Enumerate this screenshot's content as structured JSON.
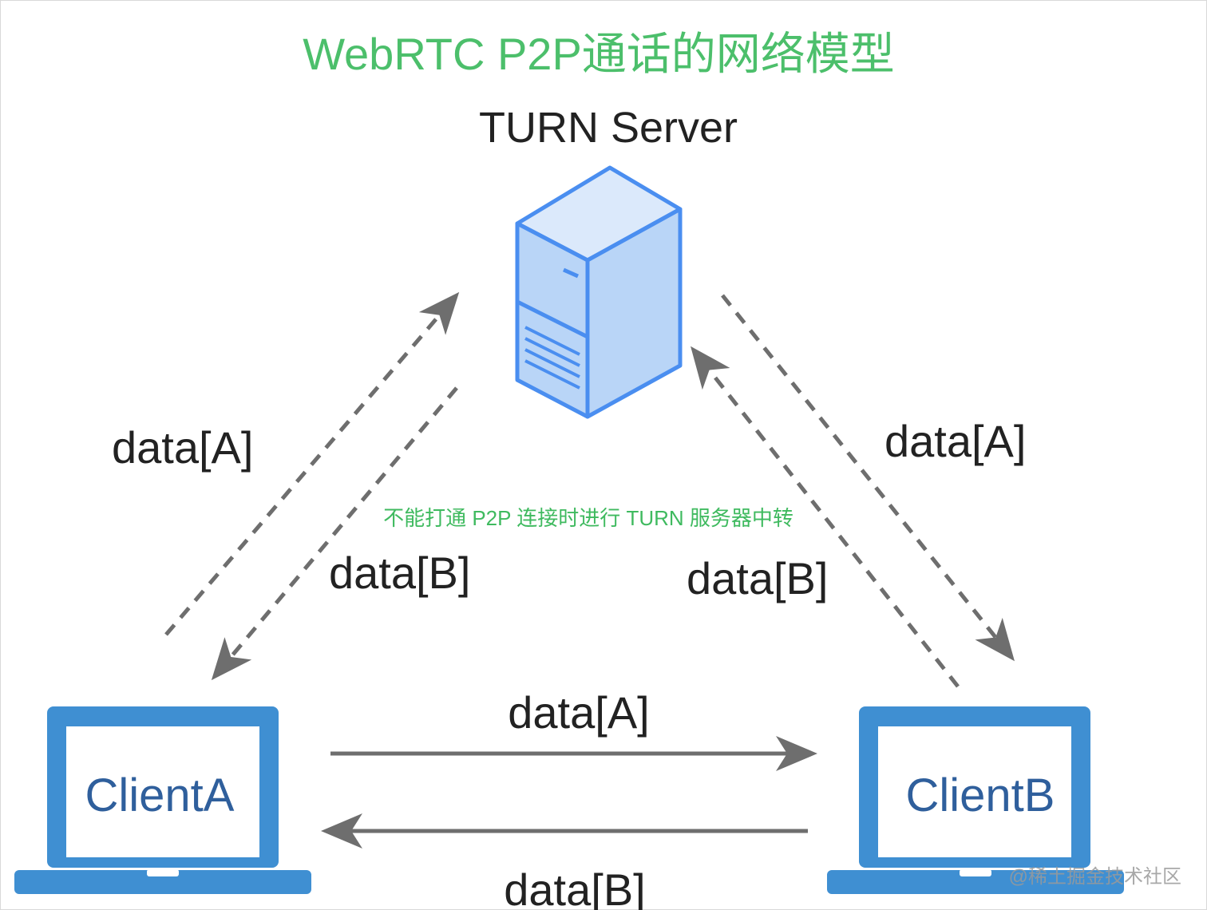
{
  "diagram": {
    "title": "WebRTC P2P通话的网络模型",
    "server_label": "TURN Server",
    "relay_note": "不能打通 P2P 连接时进行 TURN 服务器中转",
    "client_a": "ClientA",
    "client_b": "ClientB",
    "edges": {
      "a_to_server": "data[A]",
      "server_to_a": "data[B]",
      "server_to_b": "data[A]",
      "b_to_server": "data[B]",
      "direct_a_to_b": "data[A]",
      "direct_b_to_a": "data[B]"
    },
    "watermark": "@稀土掘金技术社区",
    "colors": {
      "title": "#4cbf6b",
      "note": "#3fba5f",
      "server_fill": "#b9d5f7",
      "server_stroke": "#4a8ef0",
      "laptop": "#3f8fd2",
      "client_text": "#2f5f9c",
      "arrow": "#6e6e6e"
    }
  }
}
